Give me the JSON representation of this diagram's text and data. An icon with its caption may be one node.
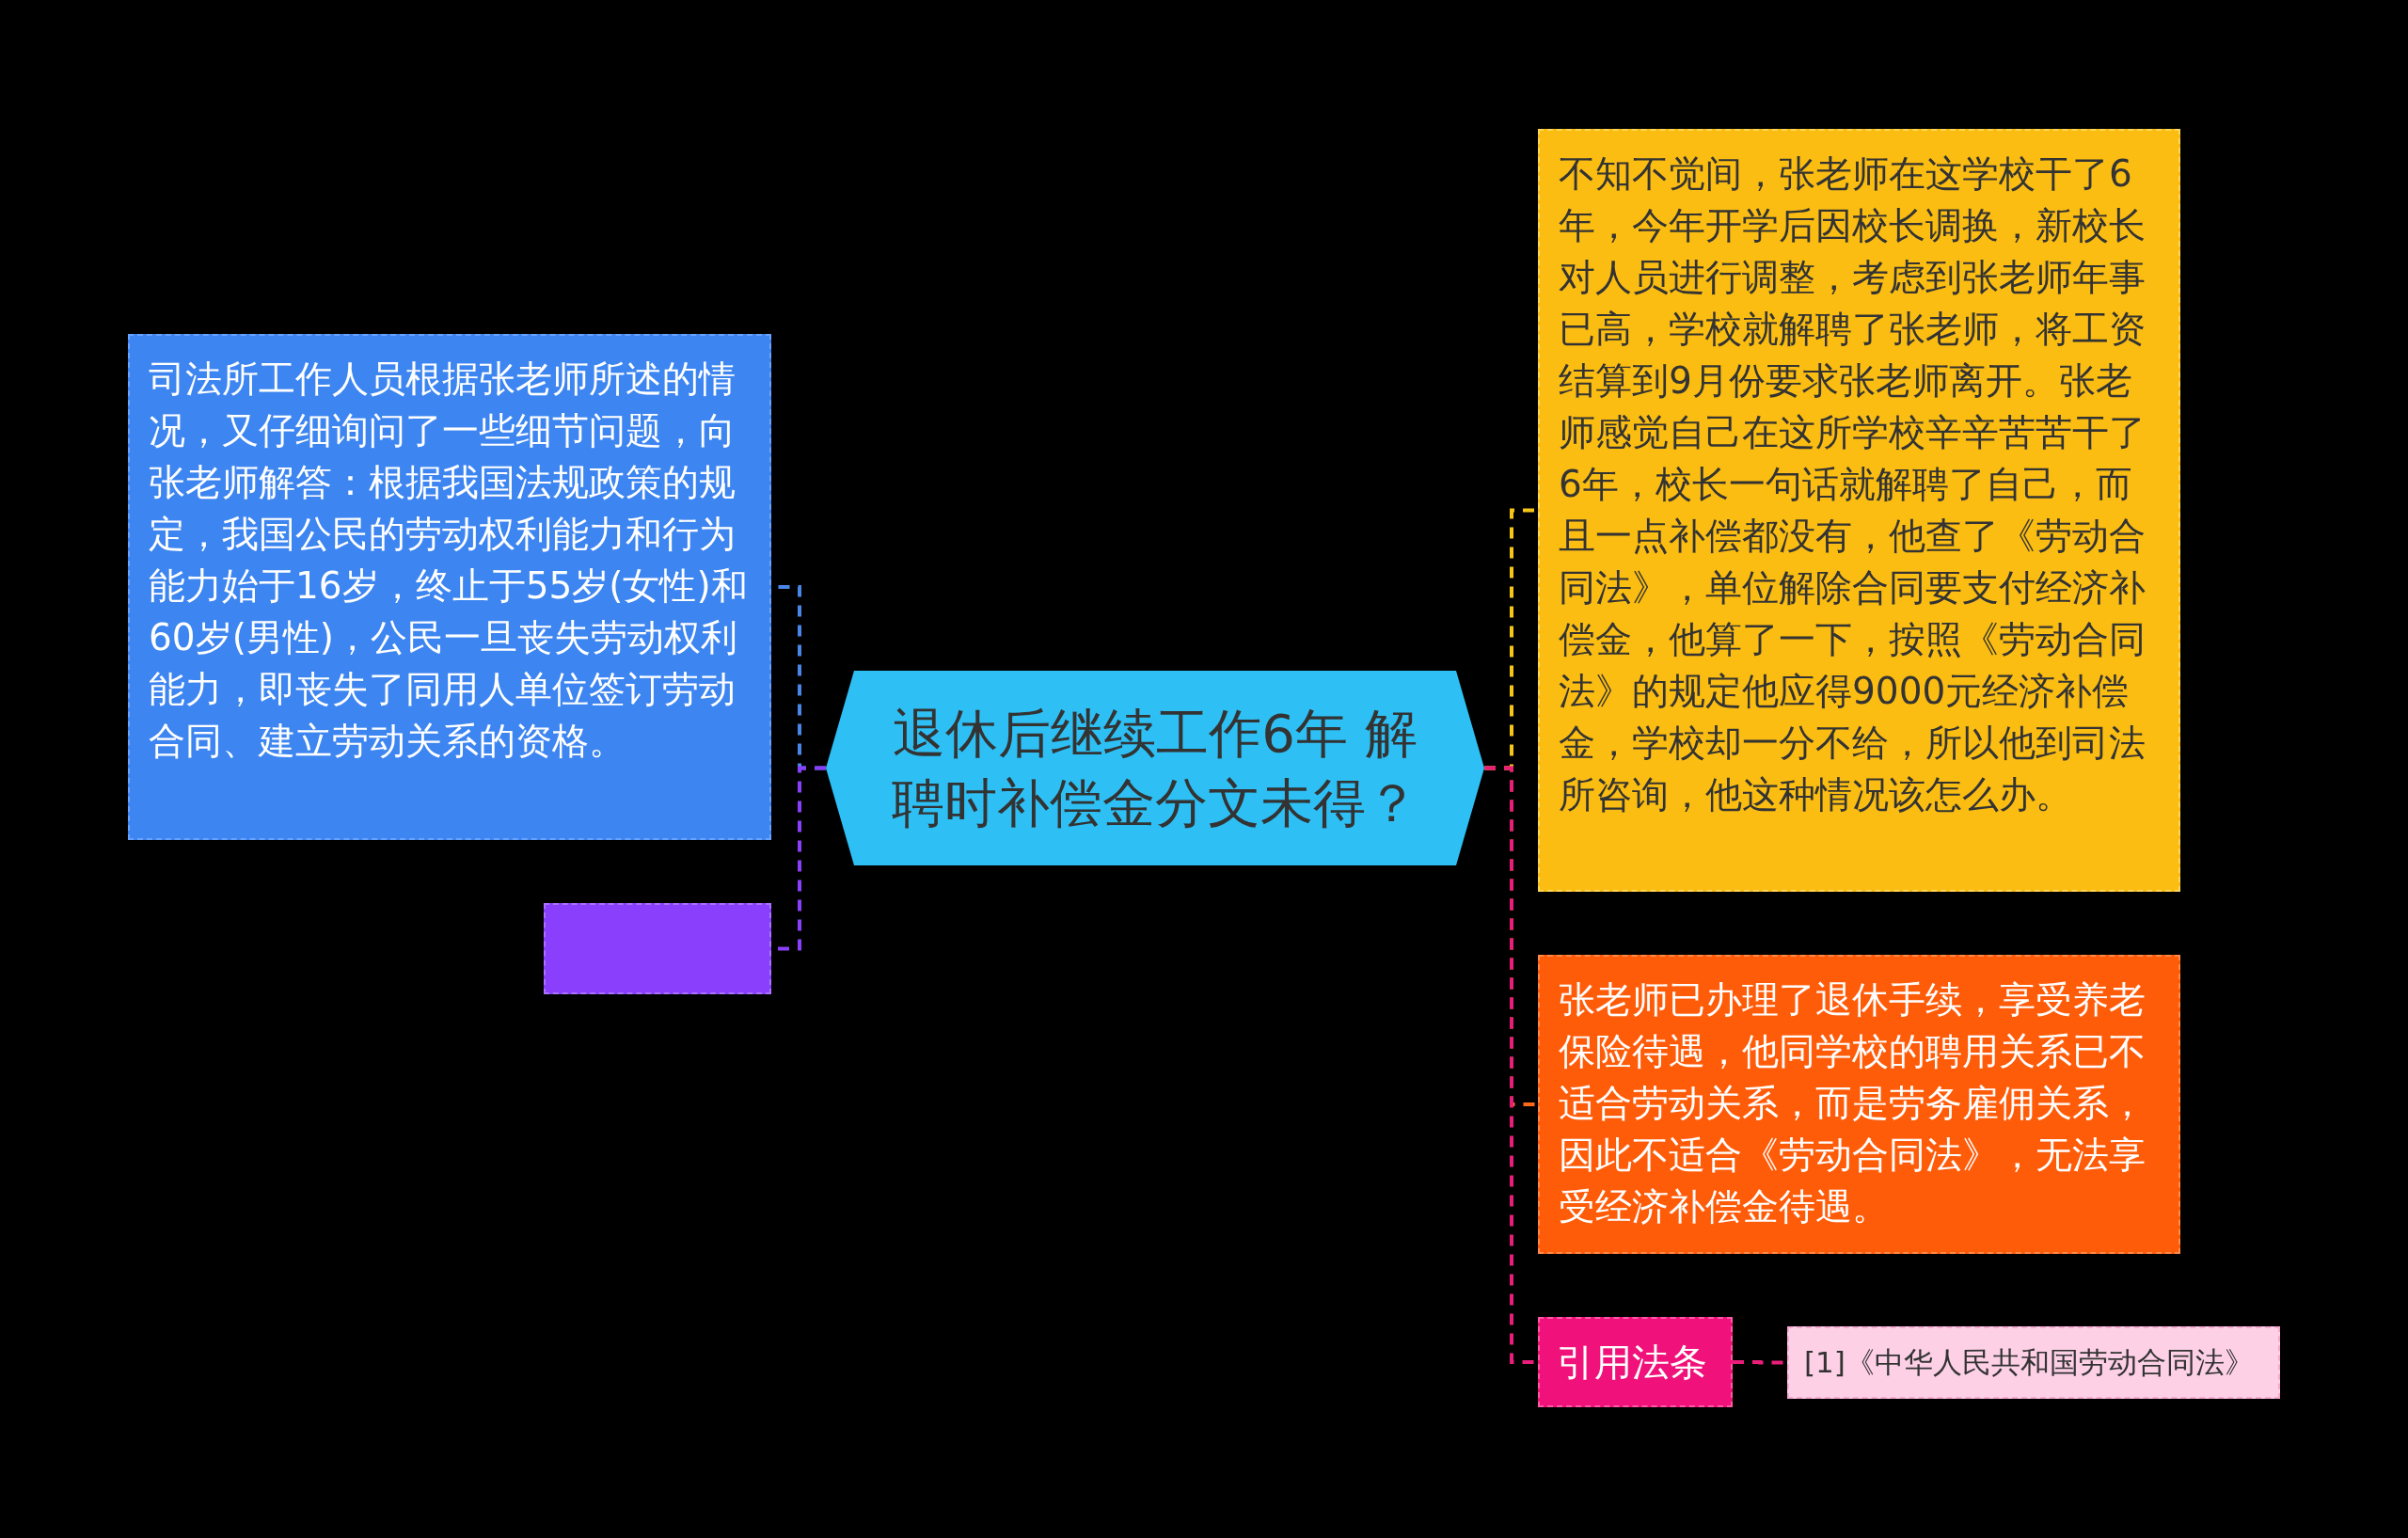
{
  "diagram": {
    "nodes": [
      {
        "text": [
          "退休后继续工作6年 解聘时补偿金分文未得？"
        ]
      },
      {
        "text": [
          "司法所工作人员根据张老师所述的情况，又仔细询问了一些细节问题，向张老师解答：根据我国法规政策的规定，我国公民的劳动权利能力和行为能力始于16岁，终止于55岁(女性)和60岁(男性)，公民一旦丧失劳动权利能力，即丧失了同用人单位签订劳动合同、建立劳动关系的资格。"
        ]
      },
      {
        "text": [],
        "shape": "box"
      },
      {
        "text": [
          "不知不觉间，张老师在这学校干了6年，今年开学后因校长调换，新校长对人员进行调整，考虑到张老师年事已高，学校就解聘了张老师，将工资结算到9月份要求张老师离开。张老师感觉自己在这所学校辛辛苦苦干了6年，校长一句话就解聘了自己，而且一点补偿都没有，他查了《劳动合同法》，单位解除合同要支付经济补偿金，他算了一下，按照《劳动合同法》的规定他应得9000元经济补偿金，学校却一分不给，所以他到司法所咨询，他这种情况该怎么办。"
        ]
      },
      {
        "text": [
          "张老师已办理了退休手续，享受养老保险待遇，他同学校的聘用关系已不适合劳动关系，而是劳务雇佣关系，因此不适合《劳动合同法》，无法享受经济补偿金待遇。"
        ]
      },
      {
        "text": [
          "引用法条"
        ]
      },
      {
        "text": [
          "[1]《中华人民共和国劳动合同法》"
        ]
      }
    ],
    "edges": [
      {
        "from": 0,
        "to": 1,
        "arrow": "none",
        "style": "dashed",
        "color": "#4a86e8"
      },
      {
        "from": 0,
        "to": 2,
        "arrow": "none",
        "style": "dashed",
        "color": "#8a3ffc"
      },
      {
        "from": 0,
        "to": 3,
        "arrow": "none",
        "style": "dashed",
        "color": "#f5c518"
      },
      {
        "from": 0,
        "to": 4,
        "arrow": "none",
        "style": "dashed",
        "color": "#ff6a1a"
      },
      {
        "from": 0,
        "to": 5,
        "arrow": "none",
        "style": "dashed",
        "color": "#e91e7a"
      },
      {
        "from": 5,
        "to": 6,
        "arrow": "none",
        "style": "dashed",
        "color": "#e91e7a"
      }
    ]
  }
}
